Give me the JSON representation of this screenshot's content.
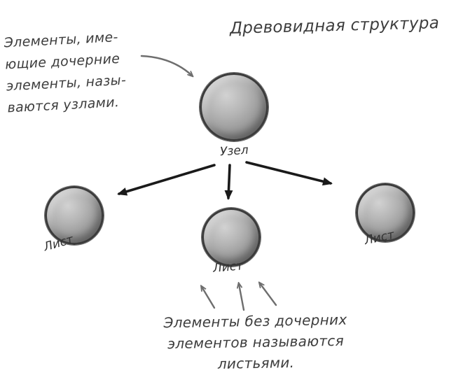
{
  "title": "Древовидная структура",
  "tree": {
    "root": {
      "label": "Узел"
    },
    "leaves": [
      {
        "label": "Лист"
      },
      {
        "label": "Лист"
      },
      {
        "label": "Лист"
      }
    ]
  },
  "annotations": {
    "nodes_note": {
      "line1": "Элементы, име-",
      "line2": "ющие дочерние",
      "line3": "элементы, назы-",
      "line4": "ваются узлами."
    },
    "leaves_note": {
      "line1": "Элементы без дочерних",
      "line2": "элементов называются",
      "line3": "листьями."
    }
  },
  "palette": {
    "ink": "#3d3d3d",
    "arrow_black": "#1a1a1a",
    "arrow_gray": "#6e6e6e",
    "ball_gray": "#a0a0a0",
    "background": "#ffffff"
  }
}
